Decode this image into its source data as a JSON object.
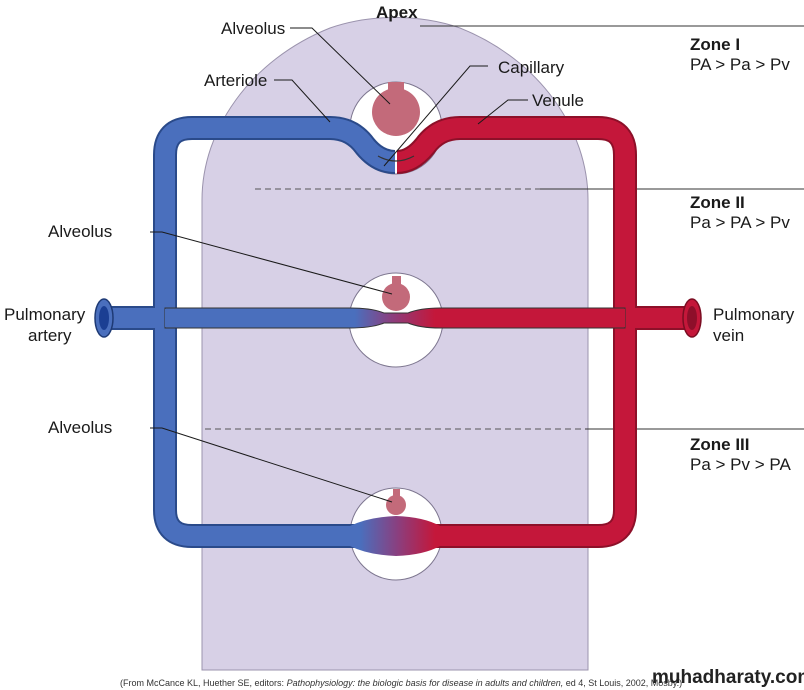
{
  "apex": "Apex",
  "labels": {
    "alveolus_top": "Alveolus",
    "arteriole": "Arteriole",
    "capillary": "Capillary",
    "venule": "Venule",
    "alveolus_mid": "Alveolus",
    "alveolus_bottom": "Alveolus",
    "pulmonary_artery_line1": "Pulmonary",
    "pulmonary_artery_line2": "artery",
    "pulmonary_vein_line1": "Pulmonary",
    "pulmonary_vein_line2": "vein"
  },
  "zones": [
    {
      "title": "Zone I",
      "formula": "PA > Pa > Pv"
    },
    {
      "title": "Zone II",
      "formula": "Pa > PA > Pv"
    },
    {
      "title": "Zone III",
      "formula": "Pa > Pv > PA"
    }
  ],
  "caption": {
    "prefix": "(From McCance KL, Huether SE, editors: ",
    "italic": "Pathophysiology: the biologic basis for disease in adults and children,",
    "suffix": " ed 4, St Louis, 2002, Mosby.)"
  },
  "watermark": "muhadharaty.com",
  "colors": {
    "lung": "#d7d0e6",
    "artery": "#4a6fbd",
    "vein": "#c4173a",
    "alveolus": "#c36a7a"
  }
}
